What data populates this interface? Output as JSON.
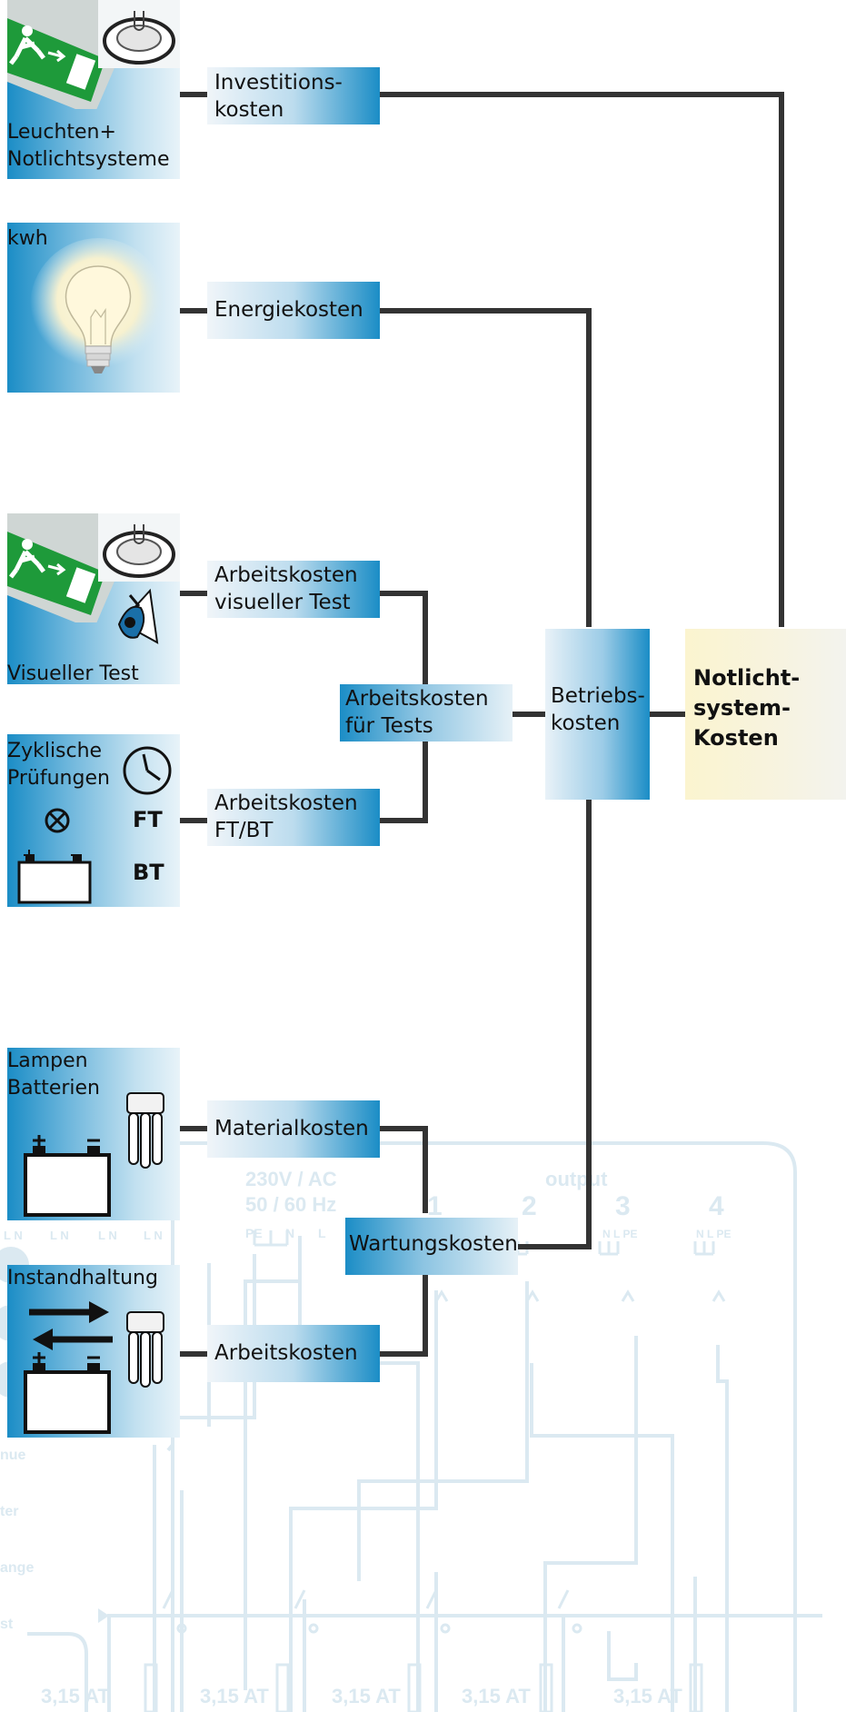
{
  "sources": {
    "luminaires_label": "Leuchten+\nNotlichtsysteme",
    "kwh_label": "kwh",
    "visual_test_label": "Visueller Test",
    "cyclic_tests_label": "Zyklische\nPrüfungen",
    "ft_label": "FT",
    "bt_label": "BT",
    "lamps_batteries_label": "Lampen\nBatterien",
    "maintenance_label": "Instandhaltung"
  },
  "costs": {
    "investment": "Investitions-\nkosten",
    "energy": "Energiekosten",
    "labor_visual": "Arbeitskosten\nvisueller Test",
    "labor_ftbt": "Arbeitskosten\nFT/BT",
    "labor_tests": "Arbeitskosten\nfür Tests",
    "operating": "Betriebs-\nkosten",
    "material": "Materialkosten",
    "maintenance": "Wartungskosten",
    "labor": "Arbeitskosten",
    "total": "Notlicht-\nsystem-\nKosten"
  },
  "background": {
    "voltage": "230V / AC",
    "frequency": "50 / 60 Hz",
    "output": "output",
    "terminal_pe": "PE",
    "terminal_n": "N",
    "terminal_l": "L",
    "channels": [
      "1",
      "2",
      "3",
      "4"
    ],
    "channel_terminals": "N L PE",
    "input_terminals": "L N",
    "fuse": "3,15 AT",
    "side_labels": [
      "nue",
      "ter",
      "ange",
      "st"
    ]
  },
  "colors": {
    "accent_blue": "#1b8dc6",
    "connector": "#333333",
    "final_cream": "#fbf4cf",
    "background_schematic": "#dbe9f1"
  }
}
